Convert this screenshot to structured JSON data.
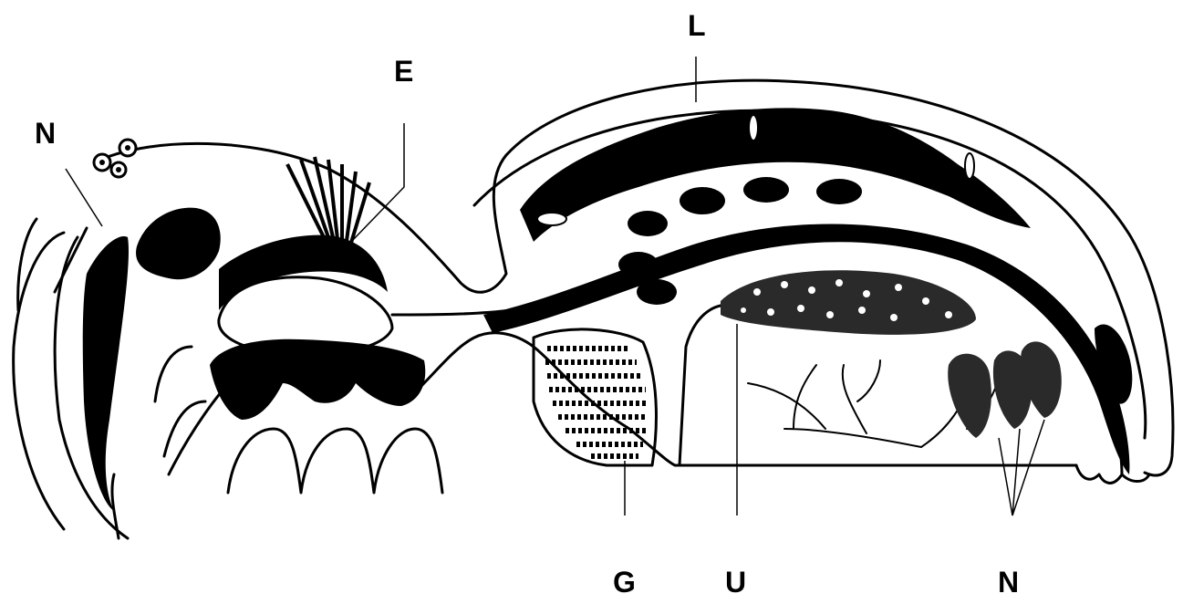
{
  "labels": {
    "n_head": "N",
    "e": "E",
    "l": "L",
    "g": "G",
    "u": "U",
    "n_rear": "N"
  },
  "colors": {
    "ink": "#000000",
    "paper": "#ffffff",
    "stipple": "#2a2a2a"
  }
}
